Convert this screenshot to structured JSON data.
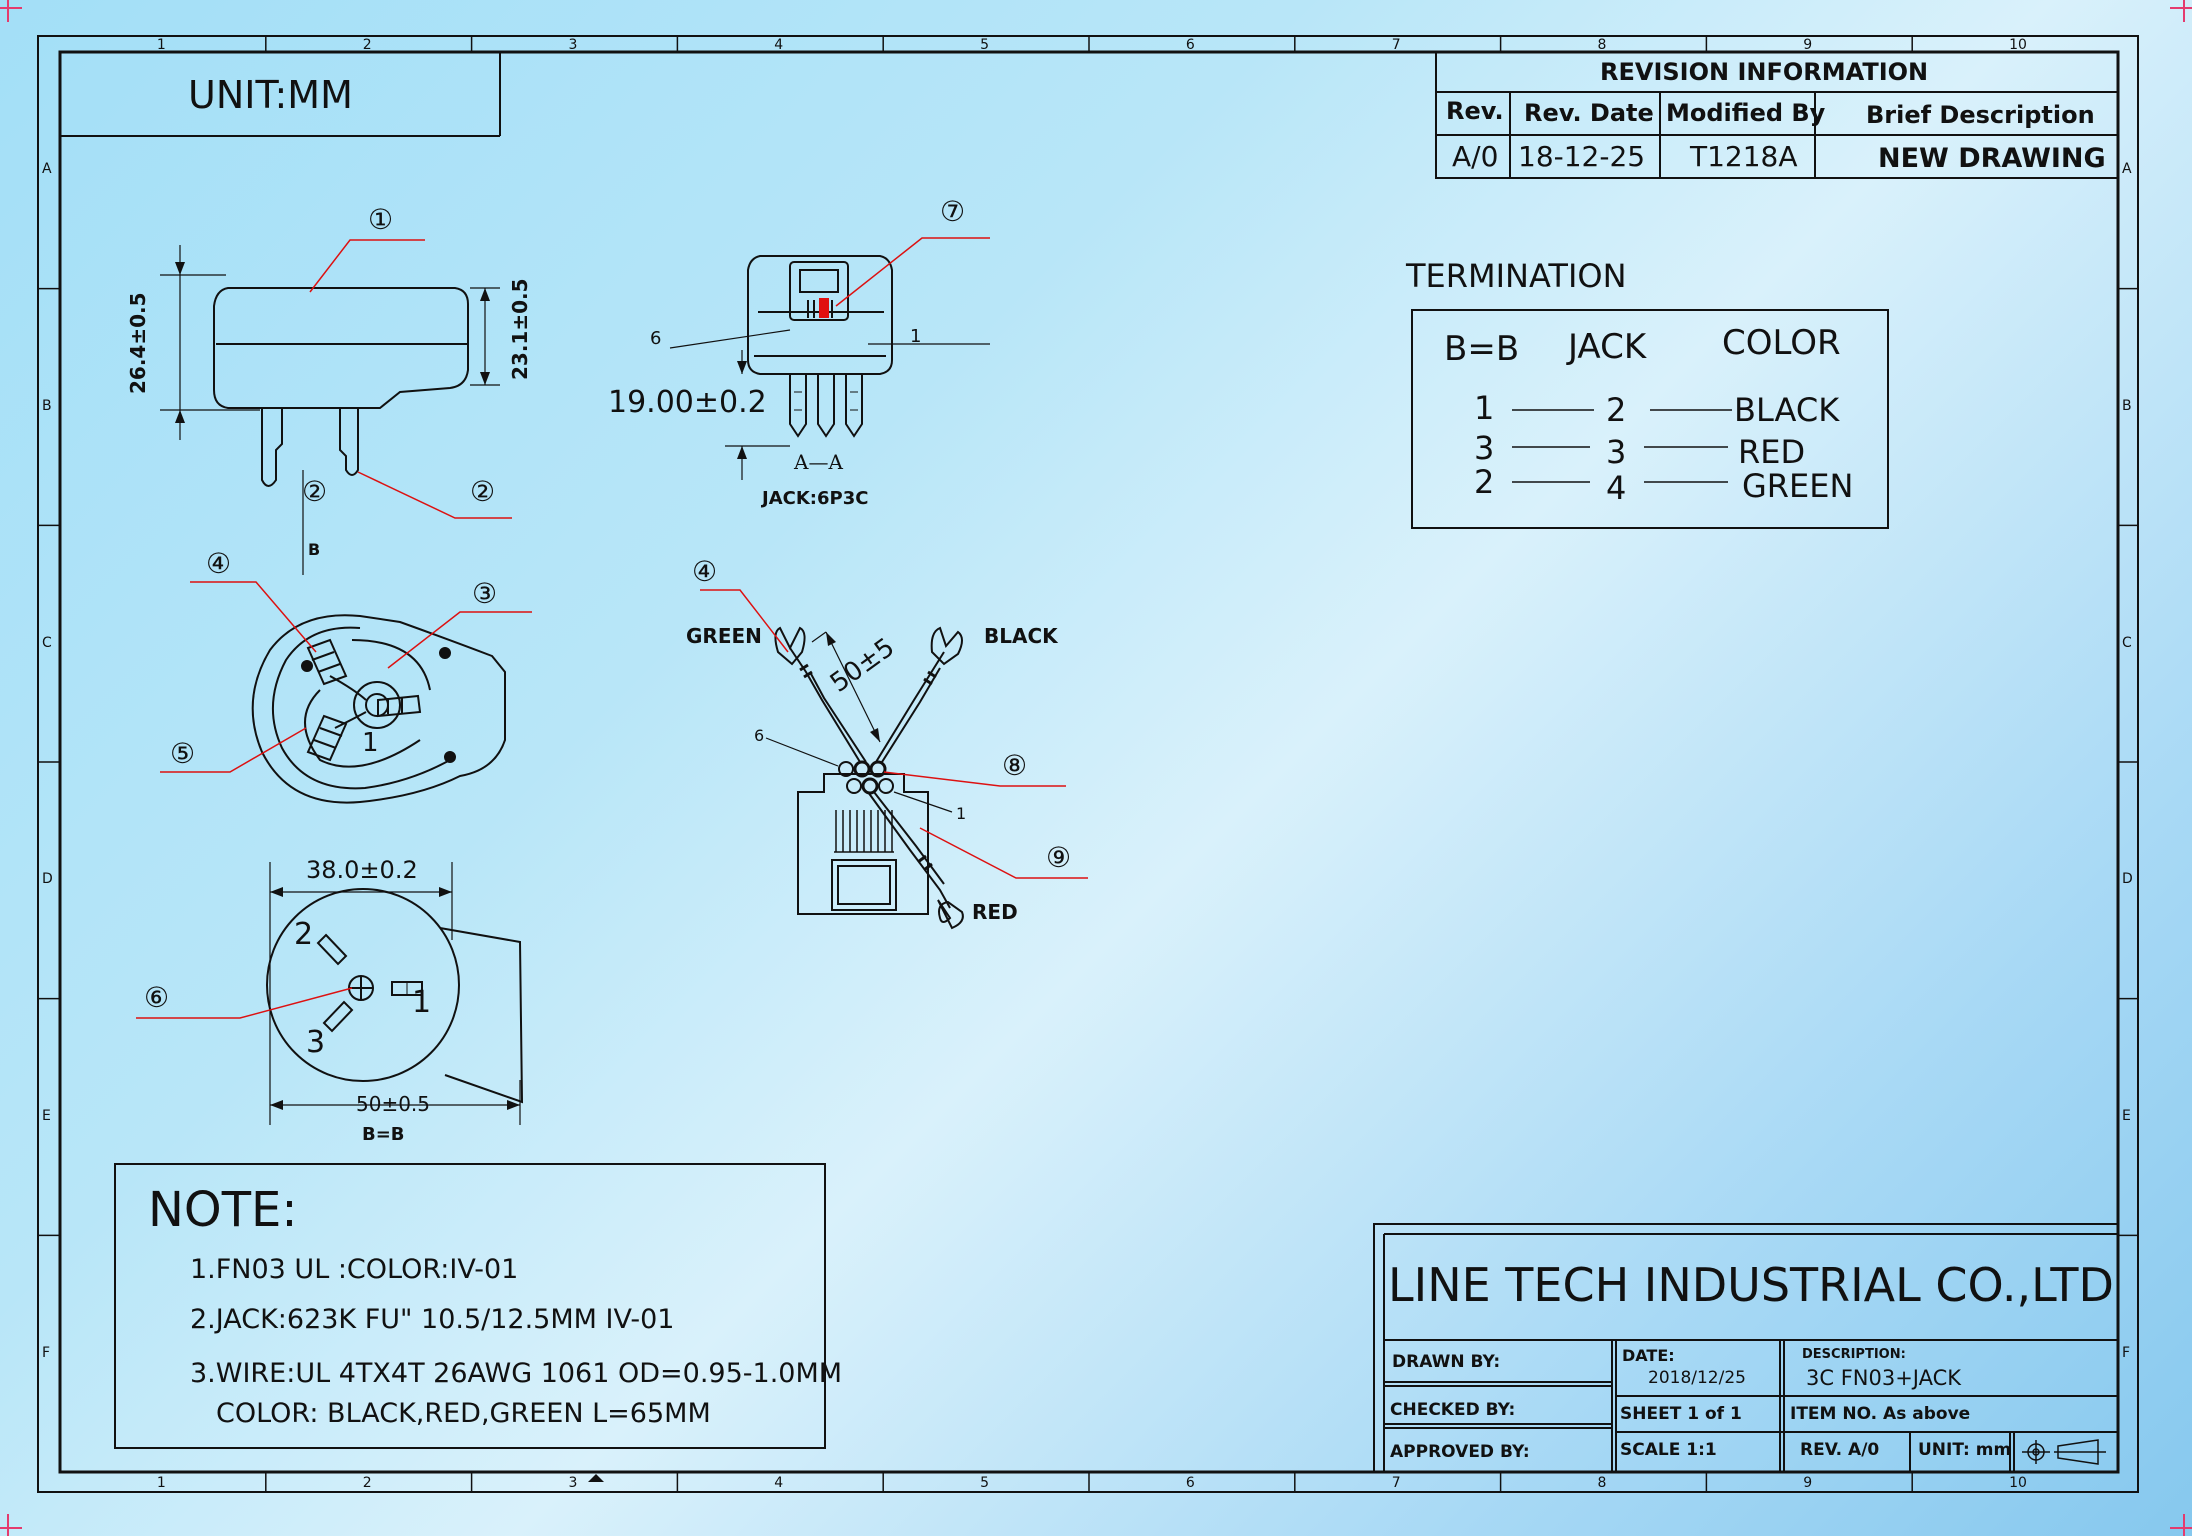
{
  "grid": {
    "columns": [
      "1",
      "2",
      "3",
      "4",
      "5",
      "6",
      "7",
      "8",
      "9",
      "10"
    ],
    "rows": [
      "A",
      "B",
      "C",
      "D",
      "E",
      "F"
    ]
  },
  "unit_box": {
    "label": "UNIT:MM"
  },
  "revision": {
    "title": "REVISION INFORMATION",
    "headers": [
      "Rev.",
      "Rev. Date",
      "Modified By",
      "Brief Description"
    ],
    "row": [
      "A/0",
      "18-12-25",
      "T1218A",
      "NEW DRAWING"
    ]
  },
  "termination": {
    "title": "TERMINATION",
    "headers": [
      "B=B",
      "JACK",
      "COLOR"
    ],
    "rows": [
      {
        "bb": "1",
        "jack": "2",
        "color": "BLACK"
      },
      {
        "bb": "3",
        "jack": "3",
        "color": "RED"
      },
      {
        "bb": "2",
        "jack": "4",
        "color": "GREEN"
      }
    ]
  },
  "side_view": {
    "callouts": [
      "①",
      "②",
      "②"
    ],
    "dim_left": "26.4±0.5",
    "dim_right": "23.1±0.5",
    "section_mark": "B"
  },
  "jack_view": {
    "callout": "⑦",
    "pin6": "6",
    "pin1": "1",
    "dimension": "19.00±0.2",
    "section": "A—A",
    "label": "JACK:6P3C"
  },
  "back_view": {
    "callouts": [
      "④",
      "③",
      "⑤"
    ],
    "pin": "1"
  },
  "face_view": {
    "callout": "⑥",
    "dim_top": "38.0±0.2",
    "dim_bottom": "50±0.5",
    "section": "B=B",
    "pins": [
      "2",
      "3",
      "1"
    ]
  },
  "wiring_view": {
    "callouts": [
      "④",
      "⑧",
      "⑨"
    ],
    "green": "GREEN",
    "black": "BLACK",
    "red": "RED",
    "length": "50±5",
    "pin6": "6",
    "pin1": "1"
  },
  "note": {
    "title": "NOTE:",
    "lines": [
      "1.FN03 UL :COLOR:IV-01",
      "2.JACK:623K FU\" 10.5/12.5MM IV-01",
      "3.WIRE:UL 4TX4T 26AWG 1061 OD=0.95-1.0MM",
      "COLOR: BLACK,RED,GREEN  L=65MM"
    ]
  },
  "title_block": {
    "company": "LINE TECH INDUSTRIAL CO.,LTD",
    "drawn_by": "DRAWN BY:",
    "checked_by": "CHECKED BY:",
    "approved_by": "APPROVED BY:",
    "date_label": "DATE:",
    "date_value": "2018/12/25",
    "description_label": "DESCRIPTION:",
    "description_value": "3C FN03+JACK",
    "sheet": "SHEET 1 of 1",
    "item_no": "ITEM NO. As above",
    "scale": "SCALE 1:1",
    "rev": "REV. A/0",
    "unit": "UNIT: mm"
  },
  "colors": {
    "line": "#111111",
    "leader": "#d11",
    "accent": "#e01010"
  }
}
